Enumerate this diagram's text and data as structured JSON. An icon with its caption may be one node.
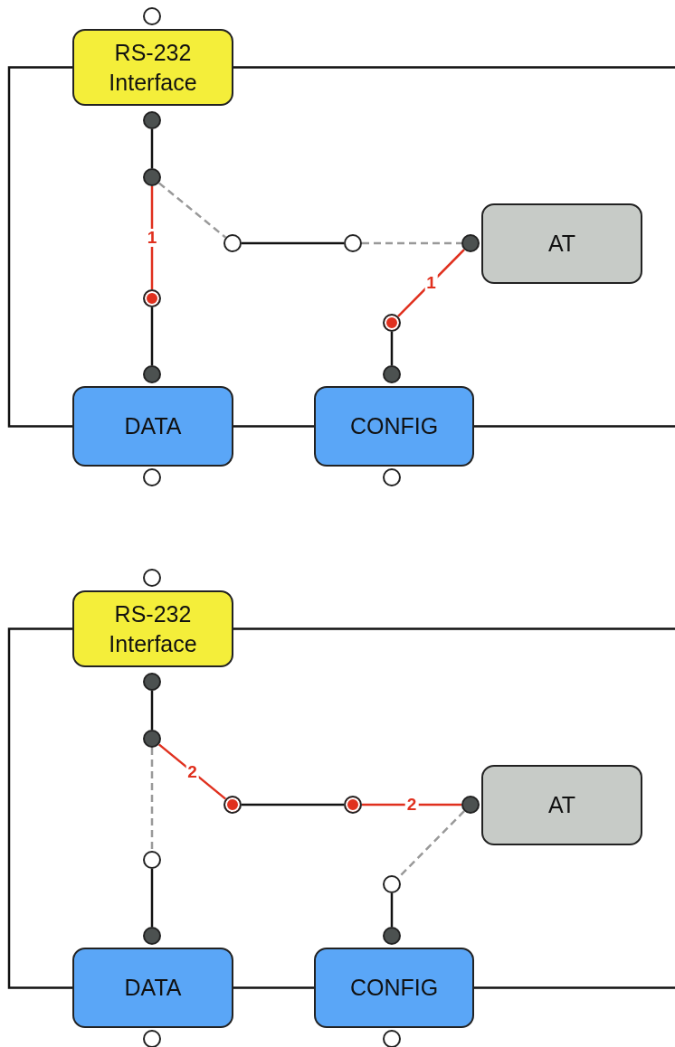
{
  "diagram": {
    "nodes": [
      {
        "text": [
          "RS-232 Interface"
        ]
      },
      {
        "text": [],
        "shape": "circle"
      },
      {
        "text": [],
        "shape": "circle"
      },
      {
        "text": [],
        "shape": "circle"
      },
      {
        "text": [],
        "shape": "circle"
      },
      {
        "text": [],
        "shape": "circle"
      },
      {
        "text": [],
        "shape": "circle"
      },
      {
        "text": [
          "AT"
        ]
      },
      {
        "text": [],
        "shape": "circle"
      },
      {
        "text": [],
        "shape": "circle"
      },
      {
        "text": [
          "DATA"
        ]
      },
      {
        "text": [],
        "shape": "circle"
      },
      {
        "text": [],
        "shape": "circle"
      },
      {
        "text": [],
        "shape": "circle"
      },
      {
        "text": [
          "CONFIG"
        ]
      },
      {
        "text": [],
        "shape": "circle"
      },
      {
        "text": [
          "RS-232 Interface"
        ]
      },
      {
        "text": [],
        "shape": "circle"
      },
      {
        "text": [],
        "shape": "circle"
      },
      {
        "text": [],
        "shape": "circle"
      },
      {
        "text": [],
        "shape": "circle"
      },
      {
        "text": [],
        "shape": "circle"
      },
      {
        "text": [],
        "shape": "circle"
      },
      {
        "text": [
          "AT"
        ]
      },
      {
        "text": [],
        "shape": "circle"
      },
      {
        "text": [],
        "shape": "circle"
      },
      {
        "text": [
          "DATA"
        ]
      },
      {
        "text": [],
        "shape": "circle"
      },
      {
        "text": [],
        "shape": "circle"
      },
      {
        "text": [],
        "shape": "circle"
      },
      {
        "text": [
          "CONFIG"
        ]
      },
      {
        "text": [],
        "shape": "circle"
      }
    ],
    "edges": [
      {
        "from": 0,
        "to": null,
        "arrow": "none"
      },
      {
        "from": 0,
        "to": 10,
        "arrow": "none"
      },
      {
        "from": 10,
        "to": 14,
        "arrow": "none"
      },
      {
        "from": 14,
        "to": null,
        "arrow": "none"
      },
      {
        "from": 2,
        "to": 3,
        "arrow": "none"
      },
      {
        "from": 3,
        "to": 4,
        "arrow": "none",
        "style": "dashed",
        "color": "#999999"
      },
      {
        "from": 4,
        "to": 5,
        "arrow": "none"
      },
      {
        "from": 5,
        "to": 6,
        "arrow": "none",
        "style": "dashed",
        "color": "#999999"
      },
      {
        "from": 3,
        "to": 8,
        "arrow": "none",
        "label": "1",
        "color": "#e0301e"
      },
      {
        "from": 8,
        "to": 9,
        "arrow": "none"
      },
      {
        "from": 6,
        "to": 12,
        "arrow": "none",
        "label": "1",
        "color": "#e0301e"
      },
      {
        "from": 12,
        "to": 13,
        "arrow": "none"
      },
      {
        "from": 16,
        "to": null,
        "arrow": "none"
      },
      {
        "from": 16,
        "to": 26,
        "arrow": "none"
      },
      {
        "from": 26,
        "to": 30,
        "arrow": "none"
      },
      {
        "from": 30,
        "to": null,
        "arrow": "none"
      },
      {
        "from": 18,
        "to": 19,
        "arrow": "none"
      },
      {
        "from": 19,
        "to": 20,
        "arrow": "none",
        "label": "2",
        "color": "#e0301e"
      },
      {
        "from": 20,
        "to": 21,
        "arrow": "none"
      },
      {
        "from": 21,
        "to": 22,
        "arrow": "none",
        "label": "2",
        "color": "#e0301e"
      },
      {
        "from": 19,
        "to": 24,
        "arrow": "none",
        "style": "dashed",
        "color": "#999999"
      },
      {
        "from": 24,
        "to": 25,
        "arrow": "none"
      },
      {
        "from": 22,
        "to": 28,
        "arrow": "none",
        "style": "dashed",
        "color": "#999999"
      },
      {
        "from": 28,
        "to": 29,
        "arrow": "none"
      }
    ]
  }
}
